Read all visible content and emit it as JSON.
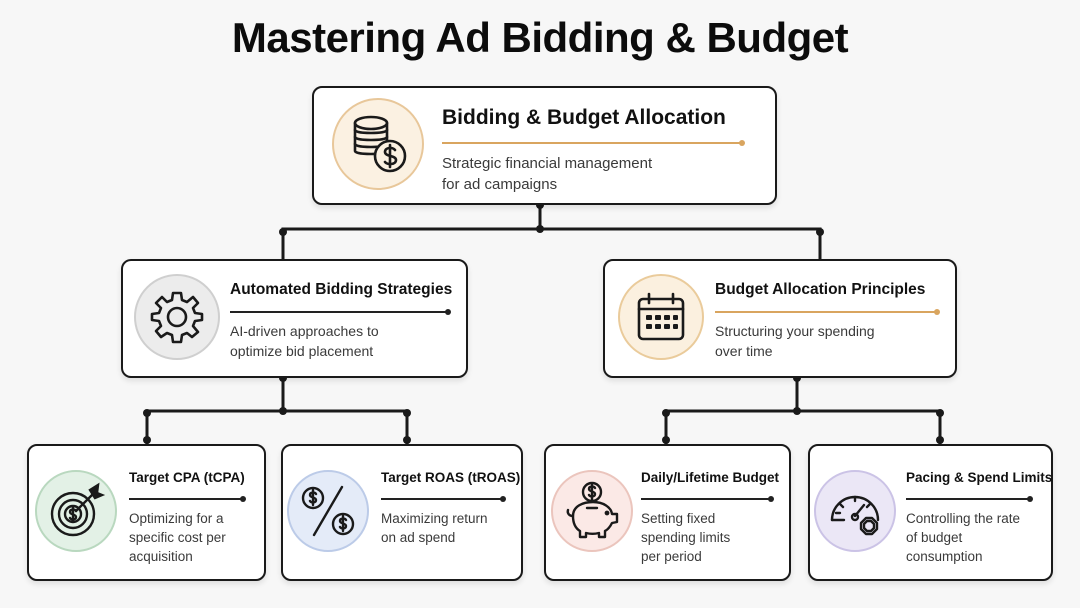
{
  "title": "Mastering Ad Bidding & Budget",
  "root": {
    "title": "Bidding & Budget Allocation",
    "desc_line1": "Strategic financial management",
    "desc_line2": "for ad campaigns",
    "icon": "coins-dollar-icon",
    "accent": "#d9a55f"
  },
  "branches": [
    {
      "title": "Automated Bidding Strategies",
      "desc_line1": "AI-driven approaches to",
      "desc_line2": "optimize bid placement",
      "icon": "gear-icon",
      "accent": "#222222"
    },
    {
      "title": "Budget Allocation Principles",
      "desc_line1": "Structuring your spending",
      "desc_line2": "over time",
      "icon": "calendar-icon",
      "accent": "#d9a55f"
    }
  ],
  "leaves": [
    {
      "title": "Target CPA (tCPA)",
      "desc_line1": "Optimizing for a",
      "desc_line2": "specific cost per",
      "desc_line3": "acquisition",
      "icon": "target-dollar-icon"
    },
    {
      "title": "Target ROAS (tROAS)",
      "desc_line1": "Maximizing return",
      "desc_line2": "on ad spend",
      "desc_line3": "",
      "icon": "percent-dollar-icon"
    },
    {
      "title": "Daily/Lifetime Budget",
      "desc_line1": "Setting fixed",
      "desc_line2": "spending limits",
      "desc_line3": "per period",
      "icon": "piggy-bank-icon"
    },
    {
      "title": "Pacing & Spend Limits",
      "desc_line1": "Controlling the rate",
      "desc_line2": "of budget",
      "desc_line3": "consumption",
      "icon": "speedometer-icon"
    }
  ]
}
